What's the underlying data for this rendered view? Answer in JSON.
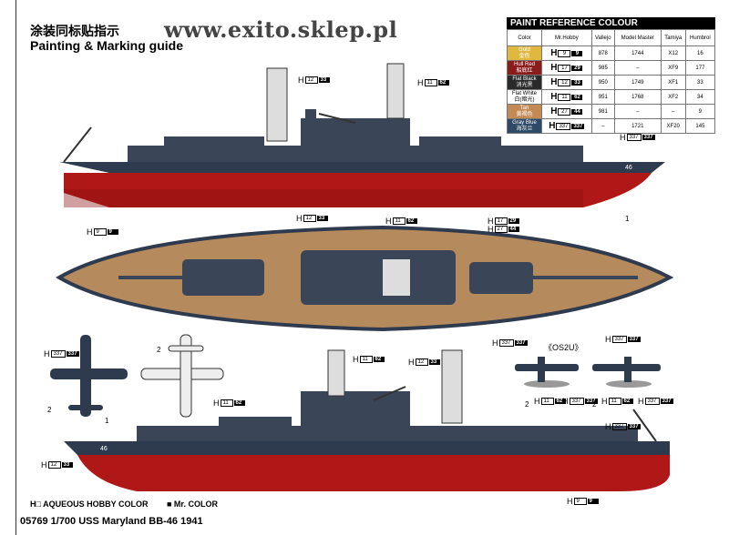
{
  "header": {
    "title_cn": "涂装同标贴指示",
    "title_en": "Painting & Marking guide",
    "url": "www.exito.sklep.pl"
  },
  "paint_table": {
    "title": "PAINT  REFERENCE COLOUR",
    "columns": [
      "Color",
      "Mr.Hobby",
      "Vallejo",
      "Model Master",
      "Tamiya",
      "Humbrol"
    ],
    "rows": [
      {
        "name": "Gold",
        "cn": "金色",
        "color": "#e0b840",
        "h": "9",
        "mr": "9",
        "vallejo": "878",
        "mm": "1744",
        "tamiya": "X12",
        "humbrol": "16"
      },
      {
        "name": "Hull Red",
        "cn": "船底红",
        "color": "#8a1c1c",
        "h": "17",
        "mr": "29",
        "vallejo": "985",
        "mm": "–",
        "tamiya": "XF9",
        "humbrol": "177"
      },
      {
        "name": "Flat Black",
        "cn": "消光黑",
        "color": "#2a2a2a",
        "h": "12",
        "mr": "33",
        "vallejo": "950",
        "mm": "1749",
        "tamiya": "XF1",
        "humbrol": "33"
      },
      {
        "name": "Flat White",
        "cn": "白(暗光)",
        "color": "#ffffff",
        "h": "11",
        "mr": "62",
        "vallejo": "951",
        "mm": "1768",
        "tamiya": "XF2",
        "humbrol": "34"
      },
      {
        "name": "Tan",
        "cn": "黄褐色",
        "color": "#c48a55",
        "h": "27",
        "mr": "44",
        "vallejo": "981",
        "mm": "–",
        "tamiya": "–",
        "humbrol": "9"
      },
      {
        "name": "Gray Blue",
        "cn": "海灰兰",
        "color": "#2e4a66",
        "h": "337",
        "mr": "337",
        "vallejo": "–",
        "mm": "1721",
        "tamiya": "XF20",
        "humbrol": "145"
      }
    ]
  },
  "callouts": {
    "h": "H",
    "gold": [
      "9",
      "9"
    ],
    "red": [
      "17",
      "29"
    ],
    "black": [
      "12",
      "33"
    ],
    "white": [
      "11",
      "62"
    ],
    "tan": [
      "27",
      "44"
    ],
    "blue": [
      "337",
      "337"
    ]
  },
  "labels": {
    "one": "1",
    "two": "2",
    "hull_number": "46",
    "os2u": "《OS2U》"
  },
  "legend": {
    "aqueous": "H□  AQUEOUS HOBBY COLOR",
    "mr": "■  Mr. COLOR"
  },
  "footer": "05769 1/700 USS Maryland BB-46 1941",
  "colors": {
    "hull": "#2e3a4e",
    "red": "#b01818",
    "deck": "#b58a5c",
    "line": "#222"
  }
}
